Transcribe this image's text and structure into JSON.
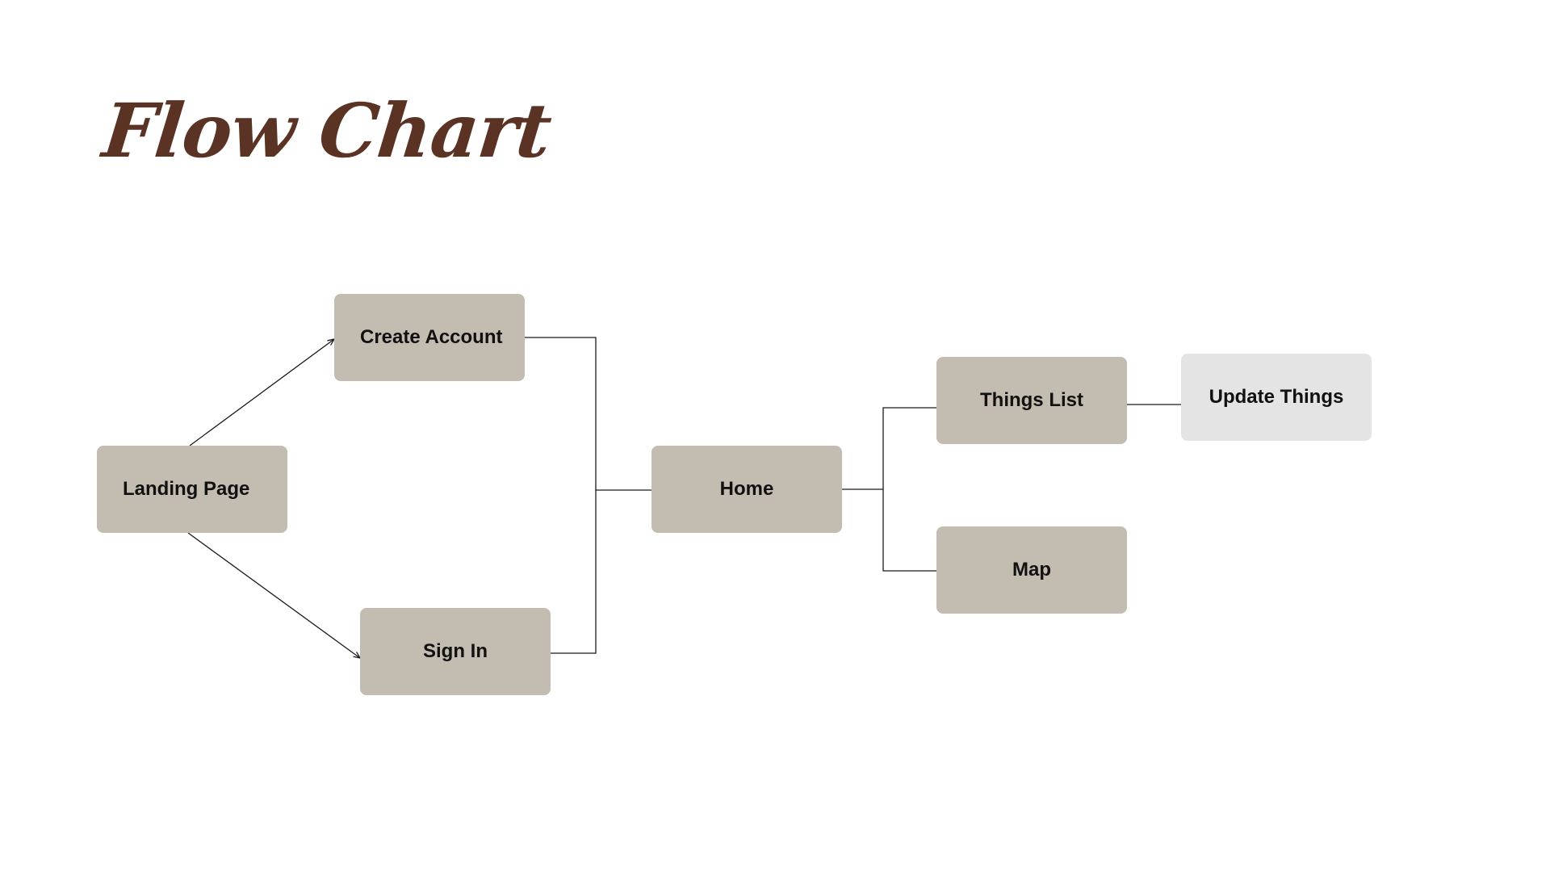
{
  "title": "Flow Chart",
  "colors": {
    "title": "#5a3324",
    "node": "#c3bcb0",
    "node_highlight": "#e4e4e4",
    "connector": "#1a1a1a"
  },
  "nodes": {
    "landing_page": "Landing Page",
    "create_account": "Create Account",
    "sign_in": "Sign In",
    "home": "Home",
    "things_list": "Things List",
    "map": "Map",
    "update_things": "Update Things"
  },
  "edges": [
    {
      "from": "landing_page",
      "to": "create_account",
      "arrow": true
    },
    {
      "from": "landing_page",
      "to": "sign_in",
      "arrow": true
    },
    {
      "from": "create_account",
      "to": "home",
      "arrow": false
    },
    {
      "from": "sign_in",
      "to": "home",
      "arrow": false
    },
    {
      "from": "home",
      "to": "things_list",
      "arrow": false
    },
    {
      "from": "home",
      "to": "map",
      "arrow": false
    },
    {
      "from": "things_list",
      "to": "update_things",
      "arrow": false
    }
  ]
}
